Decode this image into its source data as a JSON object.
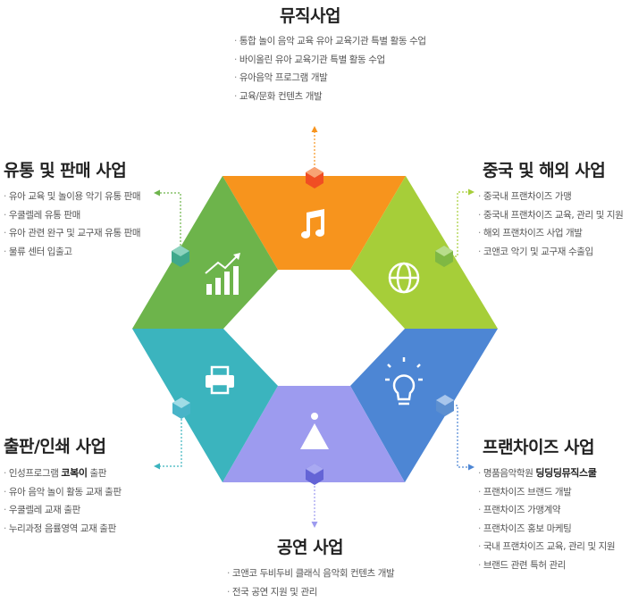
{
  "sections": {
    "music": {
      "title": "뮤직사업",
      "items": [
        "통합 놀이 음악 교육 유아 교육기관 특별 활동 수업",
        "바이올린 유아 교육기관 특별 활동 수업",
        "유아음악 프로그램 개발",
        "교육/문화 컨텐츠 개발"
      ],
      "color": "#F7941D",
      "icon": "music-note-icon"
    },
    "china": {
      "title": "중국 및 해외 사업",
      "items": [
        "중국내 프랜차이즈 가맹",
        "중국내 프랜차이즈 교육, 관리 및 지원",
        "해외 프랜차이즈 사업 개발",
        "코앤코 악기 및 교구재 수출입"
      ],
      "color": "#A6CE39",
      "icon": "globe-icon"
    },
    "franchise": {
      "title": "프랜차이즈 사업",
      "items": [
        "명품음악학원",
        "프랜차이즈 브랜드 개발",
        "프랜차이즈 가맹계약",
        "프랜차이즈 홍보 마케팅",
        "국내 프랜차이즈 교육, 관리 및 지원",
        "브랜드 관련 특허 관리"
      ],
      "brand": "딩딩딩뮤직스쿨",
      "color": "#4D86D4",
      "icon": "lightbulb-icon"
    },
    "performance": {
      "title": "공연 사업",
      "items": [
        "코앤코 두비두비 클래식 음악회 컨텐츠 개발",
        "전국 공연 지원 및 관리"
      ],
      "color": "#9D9BEF",
      "icon": "stage-icon"
    },
    "publishing": {
      "title": "출판/인쇄 사업",
      "items": [
        "인성프로그램",
        "유아 음악 놀이 활동 교재 출판",
        "우쿨렐레 교재 출판",
        "누리과정 음률영역 교재 출판"
      ],
      "brand": "코복이",
      "brand_suffix": "출판",
      "color": "#3BB4BE",
      "icon": "printer-icon"
    },
    "distribution": {
      "title": "유통 및 판매 사업",
      "items": [
        "유아 교육 및 놀이용 악기 유통 판매",
        "우쿨렐레 유통 판매",
        "유아 관련 완구 및 교구재 유통 판매",
        "물류 센터 입출고"
      ],
      "color": "#6DB44B",
      "icon": "bar-chart-icon"
    }
  }
}
